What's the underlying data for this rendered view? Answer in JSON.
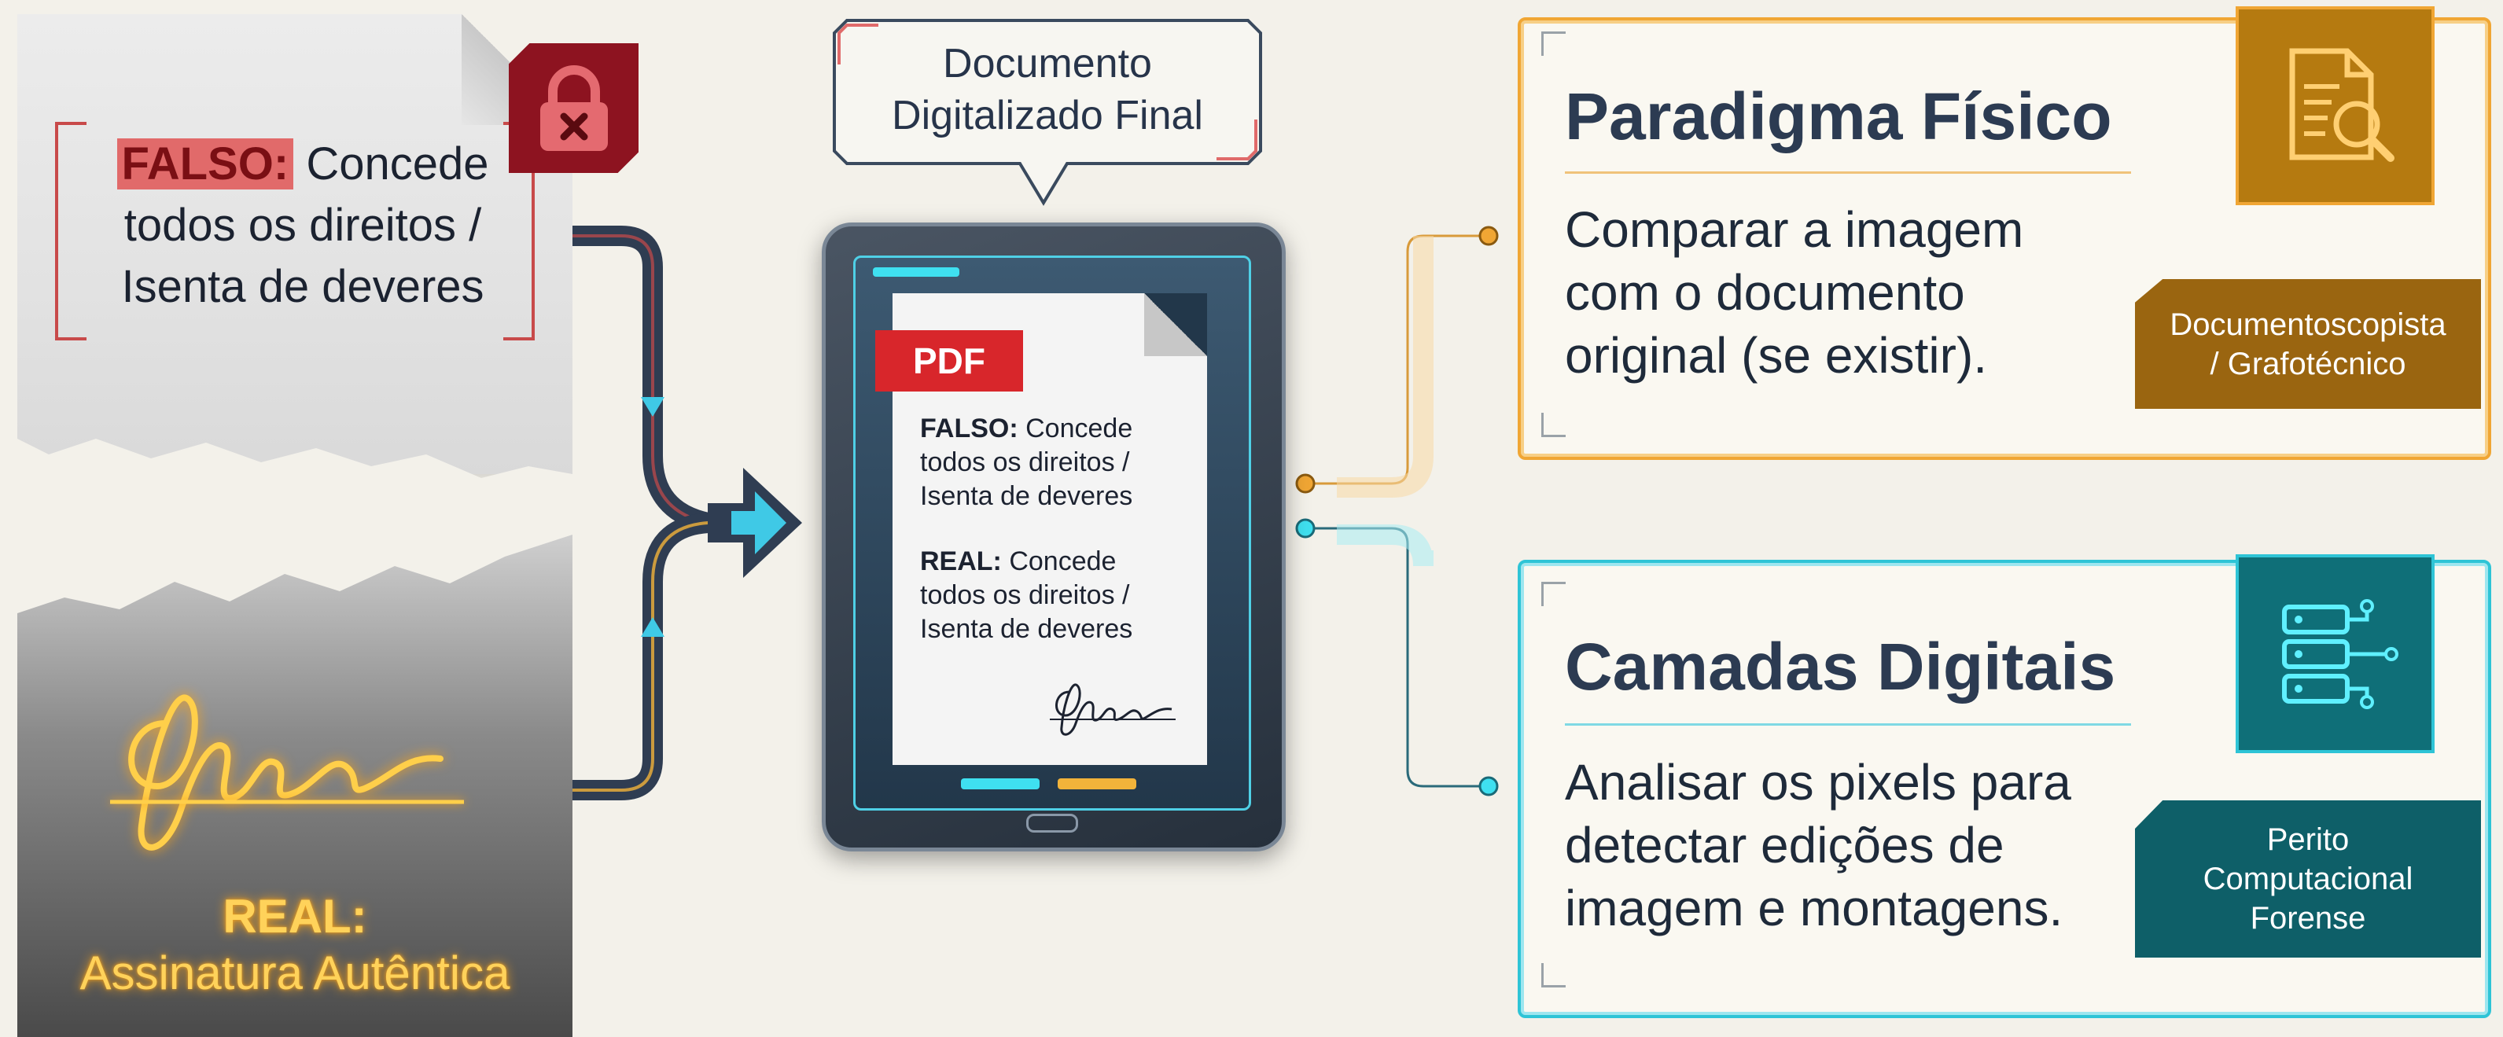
{
  "fake_document": {
    "label_false": "FALSO:",
    "line1_rest": "Concede",
    "line2": "todos os direitos /",
    "line3": "Isenta de deveres"
  },
  "real_document": {
    "label_real": "REAL:",
    "caption": "Assinatura Autêntica"
  },
  "callout": {
    "line1": "Documento",
    "line2": "Digitalizado Final"
  },
  "tablet": {
    "pdf_label": "PDF",
    "false_label": "FALSO:",
    "false_line1": "Concede",
    "false_line2": "todos os direitos /",
    "false_line3": "Isenta de deveres",
    "real_label": "REAL:",
    "real_line1": "Concede",
    "real_line2": "todos os direitos /",
    "real_line3": "Isenta de deveres"
  },
  "panels": {
    "physical": {
      "title": "Paradigma Físico",
      "desc_line1": "Comparar a imagem",
      "desc_line2": "com o documento",
      "desc_line3": "original (se existir).",
      "role_line1": "Documentoscopista",
      "role_line2": "/ Grafotécnico",
      "icon": "document-magnifier-icon",
      "accent": "#f0a634"
    },
    "digital": {
      "title": "Camadas Digitais",
      "desc_line1": "Analisar os pixels para",
      "desc_line2": "detectar edições de",
      "desc_line3": "imagem e montagens.",
      "role_line1": "Perito",
      "role_line2": "Computacional",
      "role_line3": "Forense",
      "icon": "server-network-icon",
      "accent": "#2ec4d6"
    }
  },
  "colors": {
    "fake_red": "#c84a4a",
    "real_gold": "#ffd25a",
    "cyan": "#3fe0f0",
    "amber": "#f2b33a",
    "navy": "#2a3a4f"
  }
}
